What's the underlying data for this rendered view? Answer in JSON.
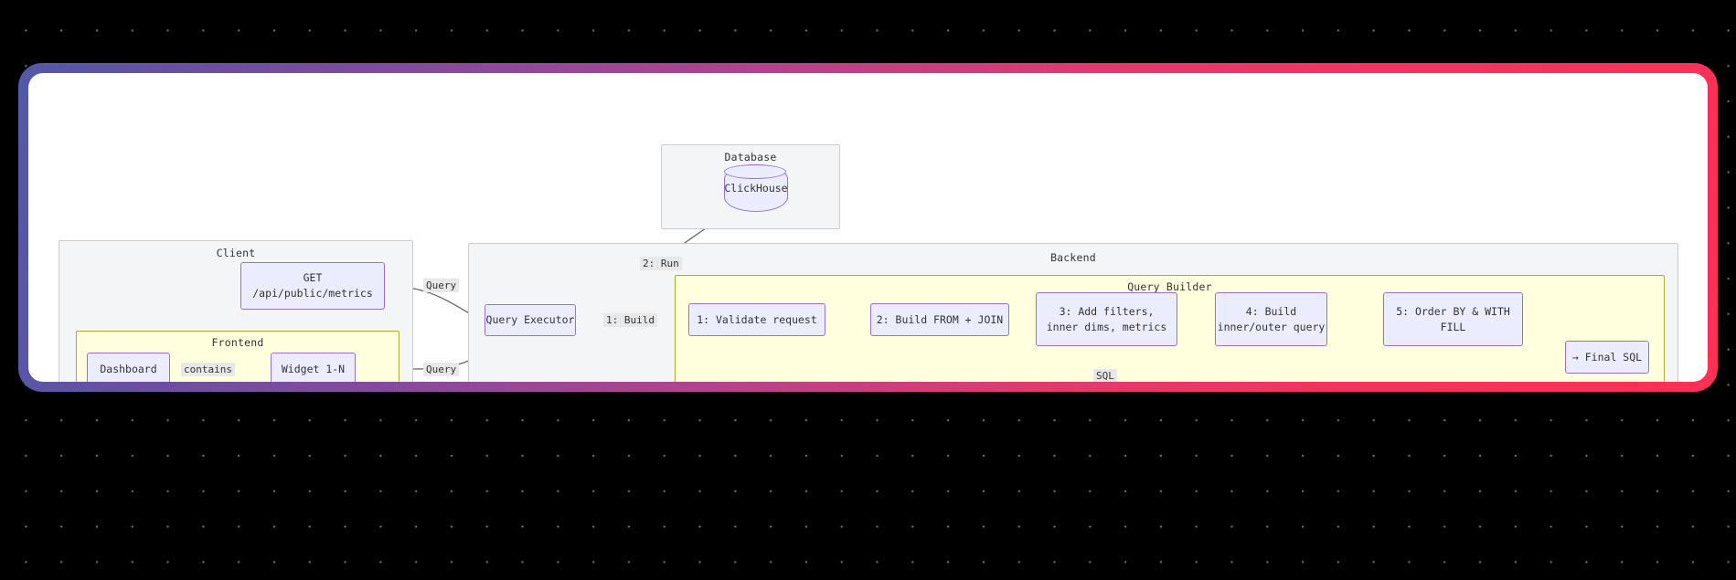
{
  "canvas": {
    "background_color": "#000000",
    "dot_color": "#6a6a6a",
    "card_color": "#ffffff",
    "frame_gradient_start": "#5159a8",
    "frame_gradient_mid": "#b8428b",
    "frame_gradient_end": "#fb3156"
  },
  "clusters": {
    "client": {
      "label": "Client"
    },
    "frontend": {
      "label": "Frontend"
    },
    "database": {
      "label": "Database"
    },
    "backend": {
      "label": "Backend"
    },
    "query_builder": {
      "label": "Query Builder"
    }
  },
  "nodes": {
    "get_endpoint": {
      "line1": "GET",
      "line2": "/api/public/metrics"
    },
    "dashboard": {
      "label": "Dashboard"
    },
    "widget": {
      "label": "Widget 1-N"
    },
    "clickhouse": {
      "label": "ClickHouse"
    },
    "query_executor": {
      "label": "Query Executor"
    },
    "step1": {
      "label": "1: Validate request"
    },
    "step2": {
      "label": "2: Build FROM + JOIN"
    },
    "step3": {
      "line1": "3: Add filters,",
      "line2": "inner dims, metrics"
    },
    "step4": {
      "line1": "4: Build",
      "line2": "inner/outer query"
    },
    "step5": {
      "line1": "5: Order BY & WITH",
      "line2": "FILL"
    },
    "final_sql": {
      "label": "→ Final SQL"
    }
  },
  "edge_labels": {
    "contains": "contains",
    "query_top": "Query",
    "query_bottom": "Query",
    "run": "2: Run",
    "build": "1: Build",
    "sql": "SQL"
  }
}
